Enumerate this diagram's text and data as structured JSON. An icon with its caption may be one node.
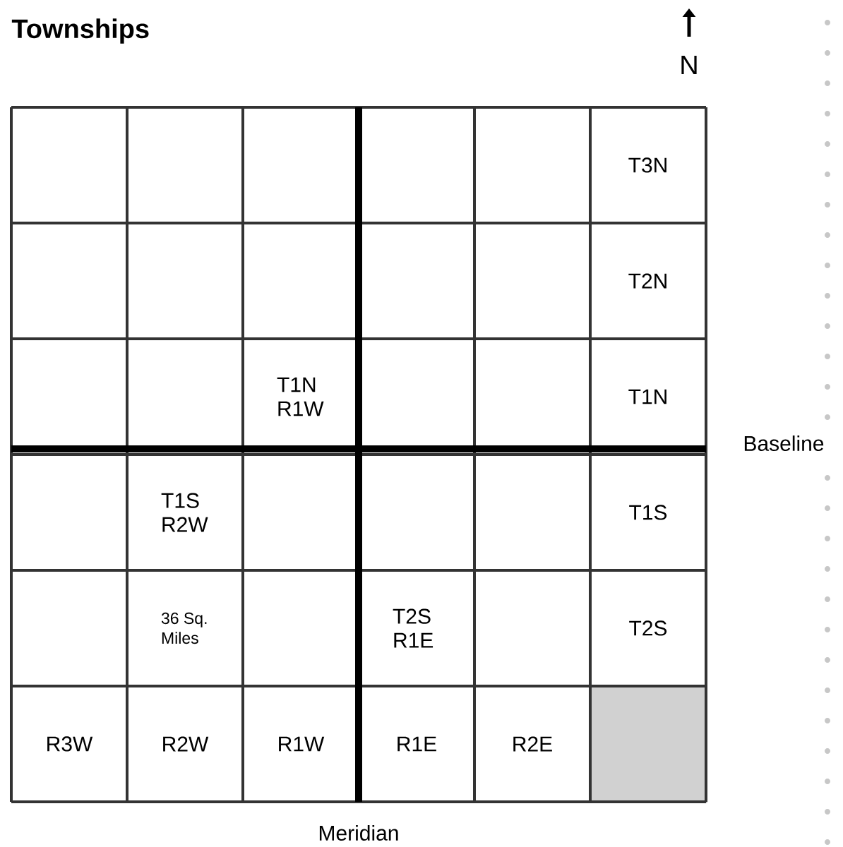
{
  "diagram": {
    "title": "Townships",
    "labels": [
      "T3N",
      "T2N",
      "T1N R1W",
      "T1N",
      "T1S R2W",
      "T1S",
      "36 Sq. Miles",
      "T2S R1E",
      "T2S",
      "R3W",
      "R2W",
      "R1W",
      "R1E",
      "R2E",
      "Baseline",
      "Meridian",
      "N"
    ]
  }
}
